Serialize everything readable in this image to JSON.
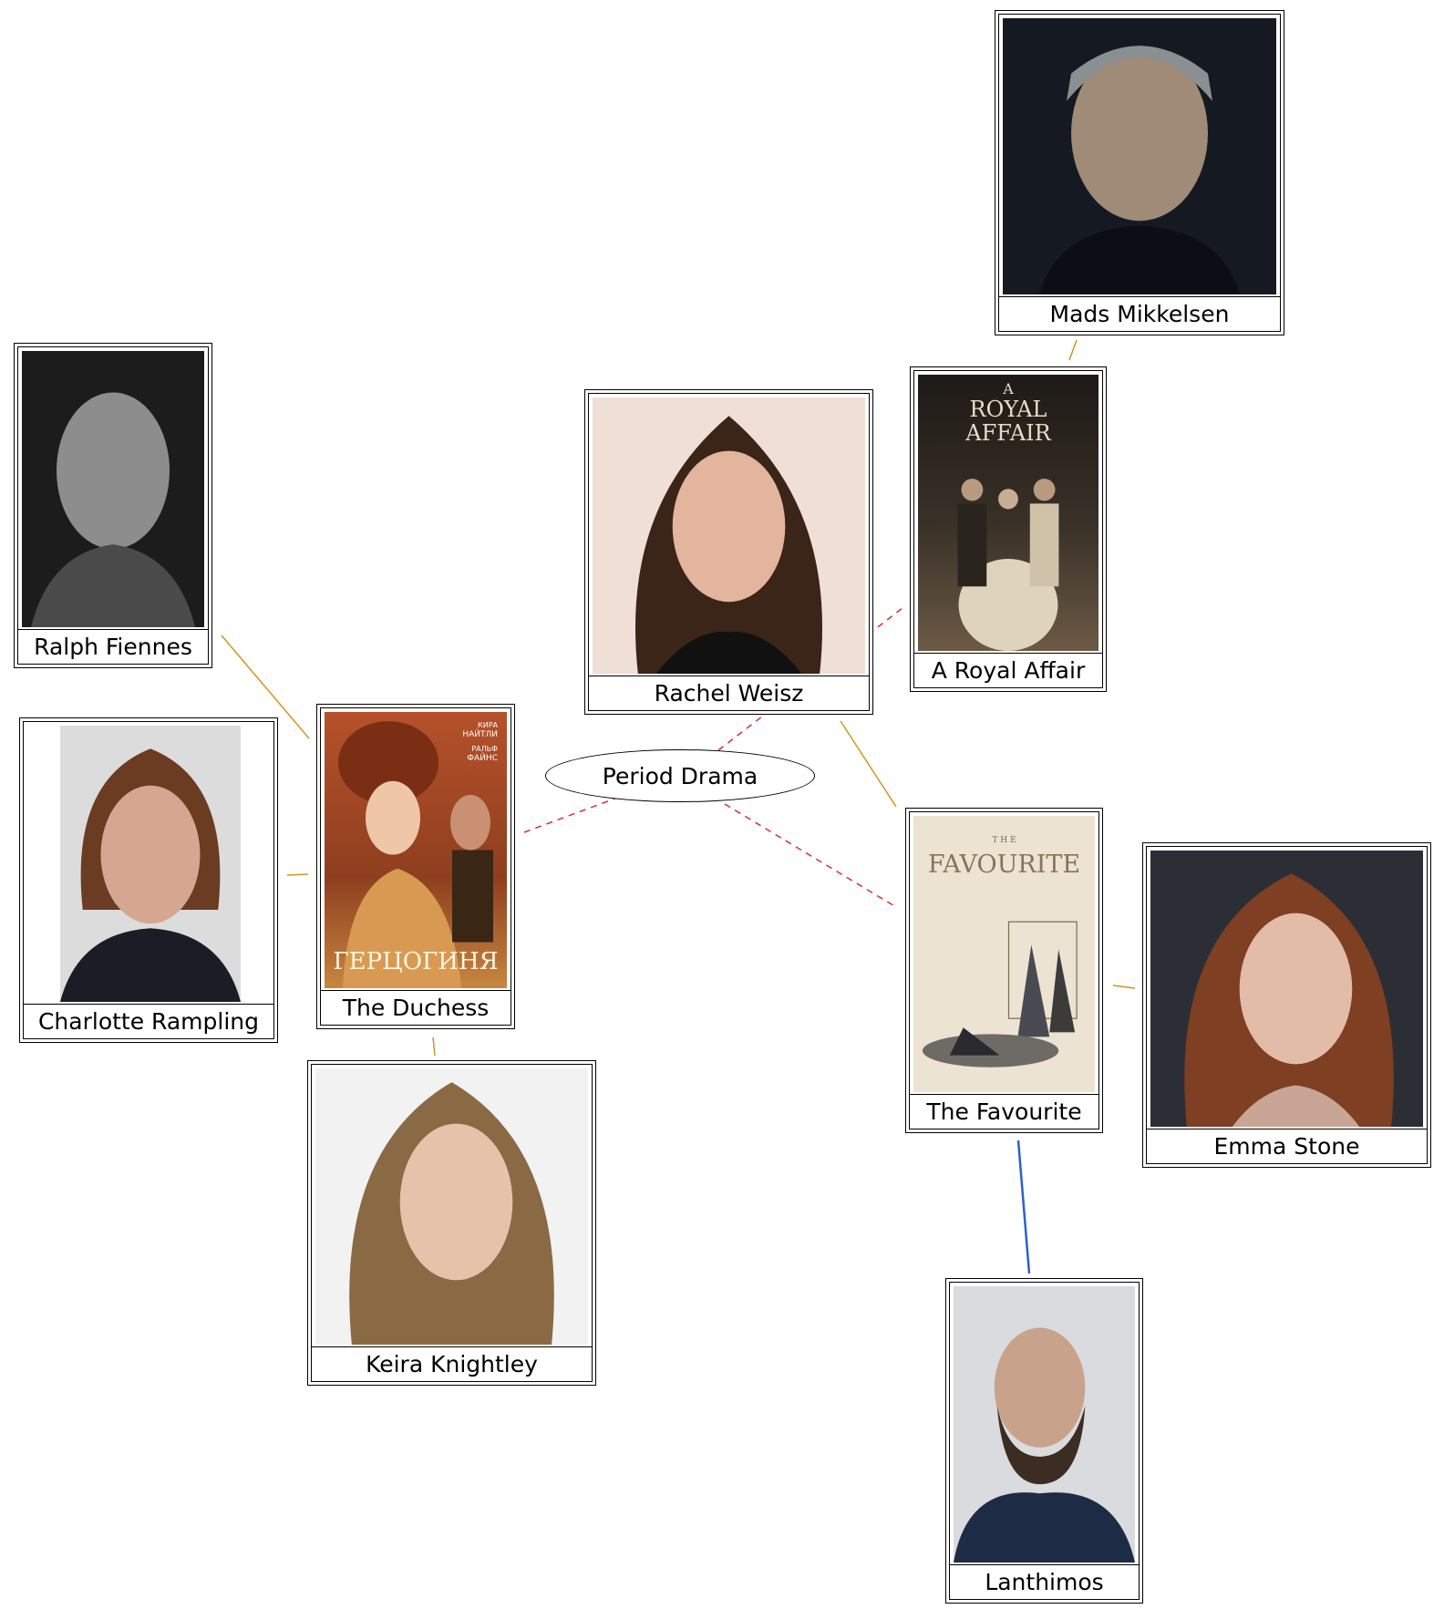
{
  "genre": {
    "label": "Period Drama"
  },
  "people": {
    "mads": "Mads Mikkelsen",
    "ralph": "Ralph Fiennes",
    "rachel": "Rachel Weisz",
    "charlotte": "Charlotte Rampling",
    "keira": "Keira Knightley",
    "emma": "Emma Stone",
    "lanthimos": "Lanthimos"
  },
  "films": {
    "royal_affair": "A Royal Affair",
    "duchess": "The Duchess",
    "favourite": "The Favourite"
  },
  "posters": {
    "royal_affair_line1": "A",
    "royal_affair_line2": "ROYAL",
    "royal_affair_line3": "AFFAIR",
    "duchess_title": "ГЕРЦОГИНЯ",
    "duchess_credit1": "КИРА",
    "duchess_credit2": "НАЙТЛИ",
    "duchess_credit3": "РАЛЬФ",
    "duchess_credit4": "ФАЙНС",
    "favourite_the": "T H E",
    "favourite_title": "FAVOURITE"
  },
  "colors": {
    "cast_edge": "#d4951e",
    "director_edge": "#2e5fd0",
    "genre_edge": "#d12f3c"
  }
}
